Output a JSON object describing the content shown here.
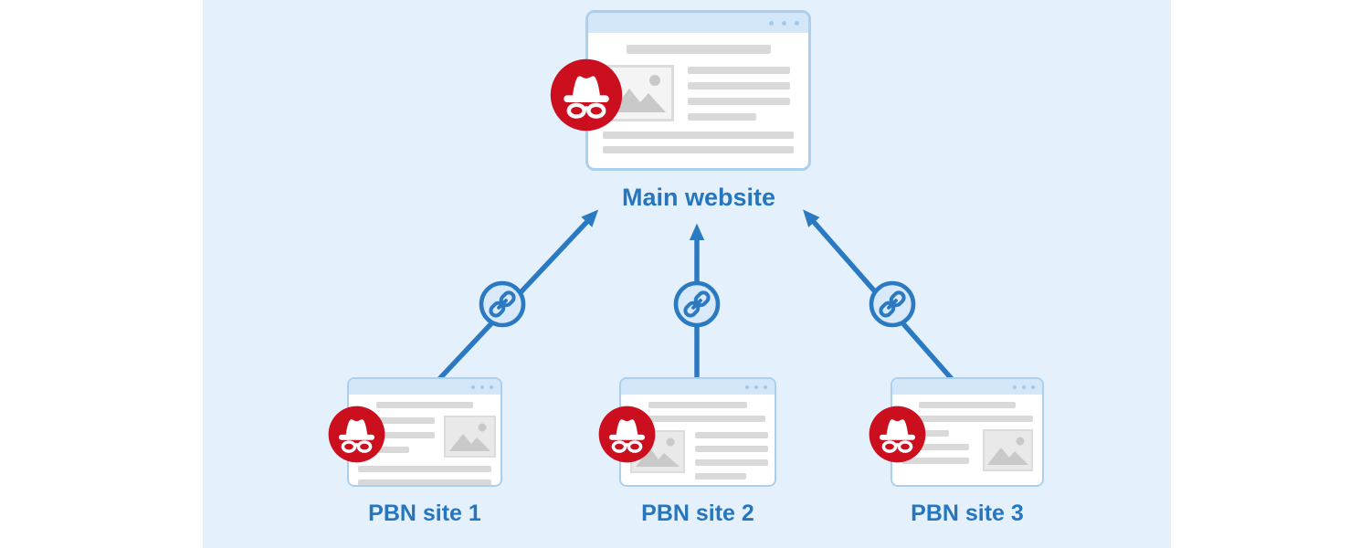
{
  "diagram": {
    "main_site": {
      "label": "Main website"
    },
    "pbn_sites": [
      {
        "label": "PBN site 1"
      },
      {
        "label": "PBN site 2"
      },
      {
        "label": "PBN site 3"
      }
    ]
  },
  "icons": {
    "incognito": "black-hat-incognito-icon",
    "link": "chain-link-icon",
    "window_controls": "three-dots-window-controls",
    "image_placeholder": "picture-placeholder-icon"
  },
  "colors": {
    "accent_blue": "#2b7ac1",
    "accent_text": "#2575bf",
    "panel_bg": "#e4f1fc",
    "card_border": "#abd0ee",
    "card_header": "#d3e7f9",
    "dot_color": "#a5cae9",
    "skeleton": "#d9d9d9",
    "incognito_red": "#cb0f1f",
    "link_fill": "#d7e9fa"
  }
}
